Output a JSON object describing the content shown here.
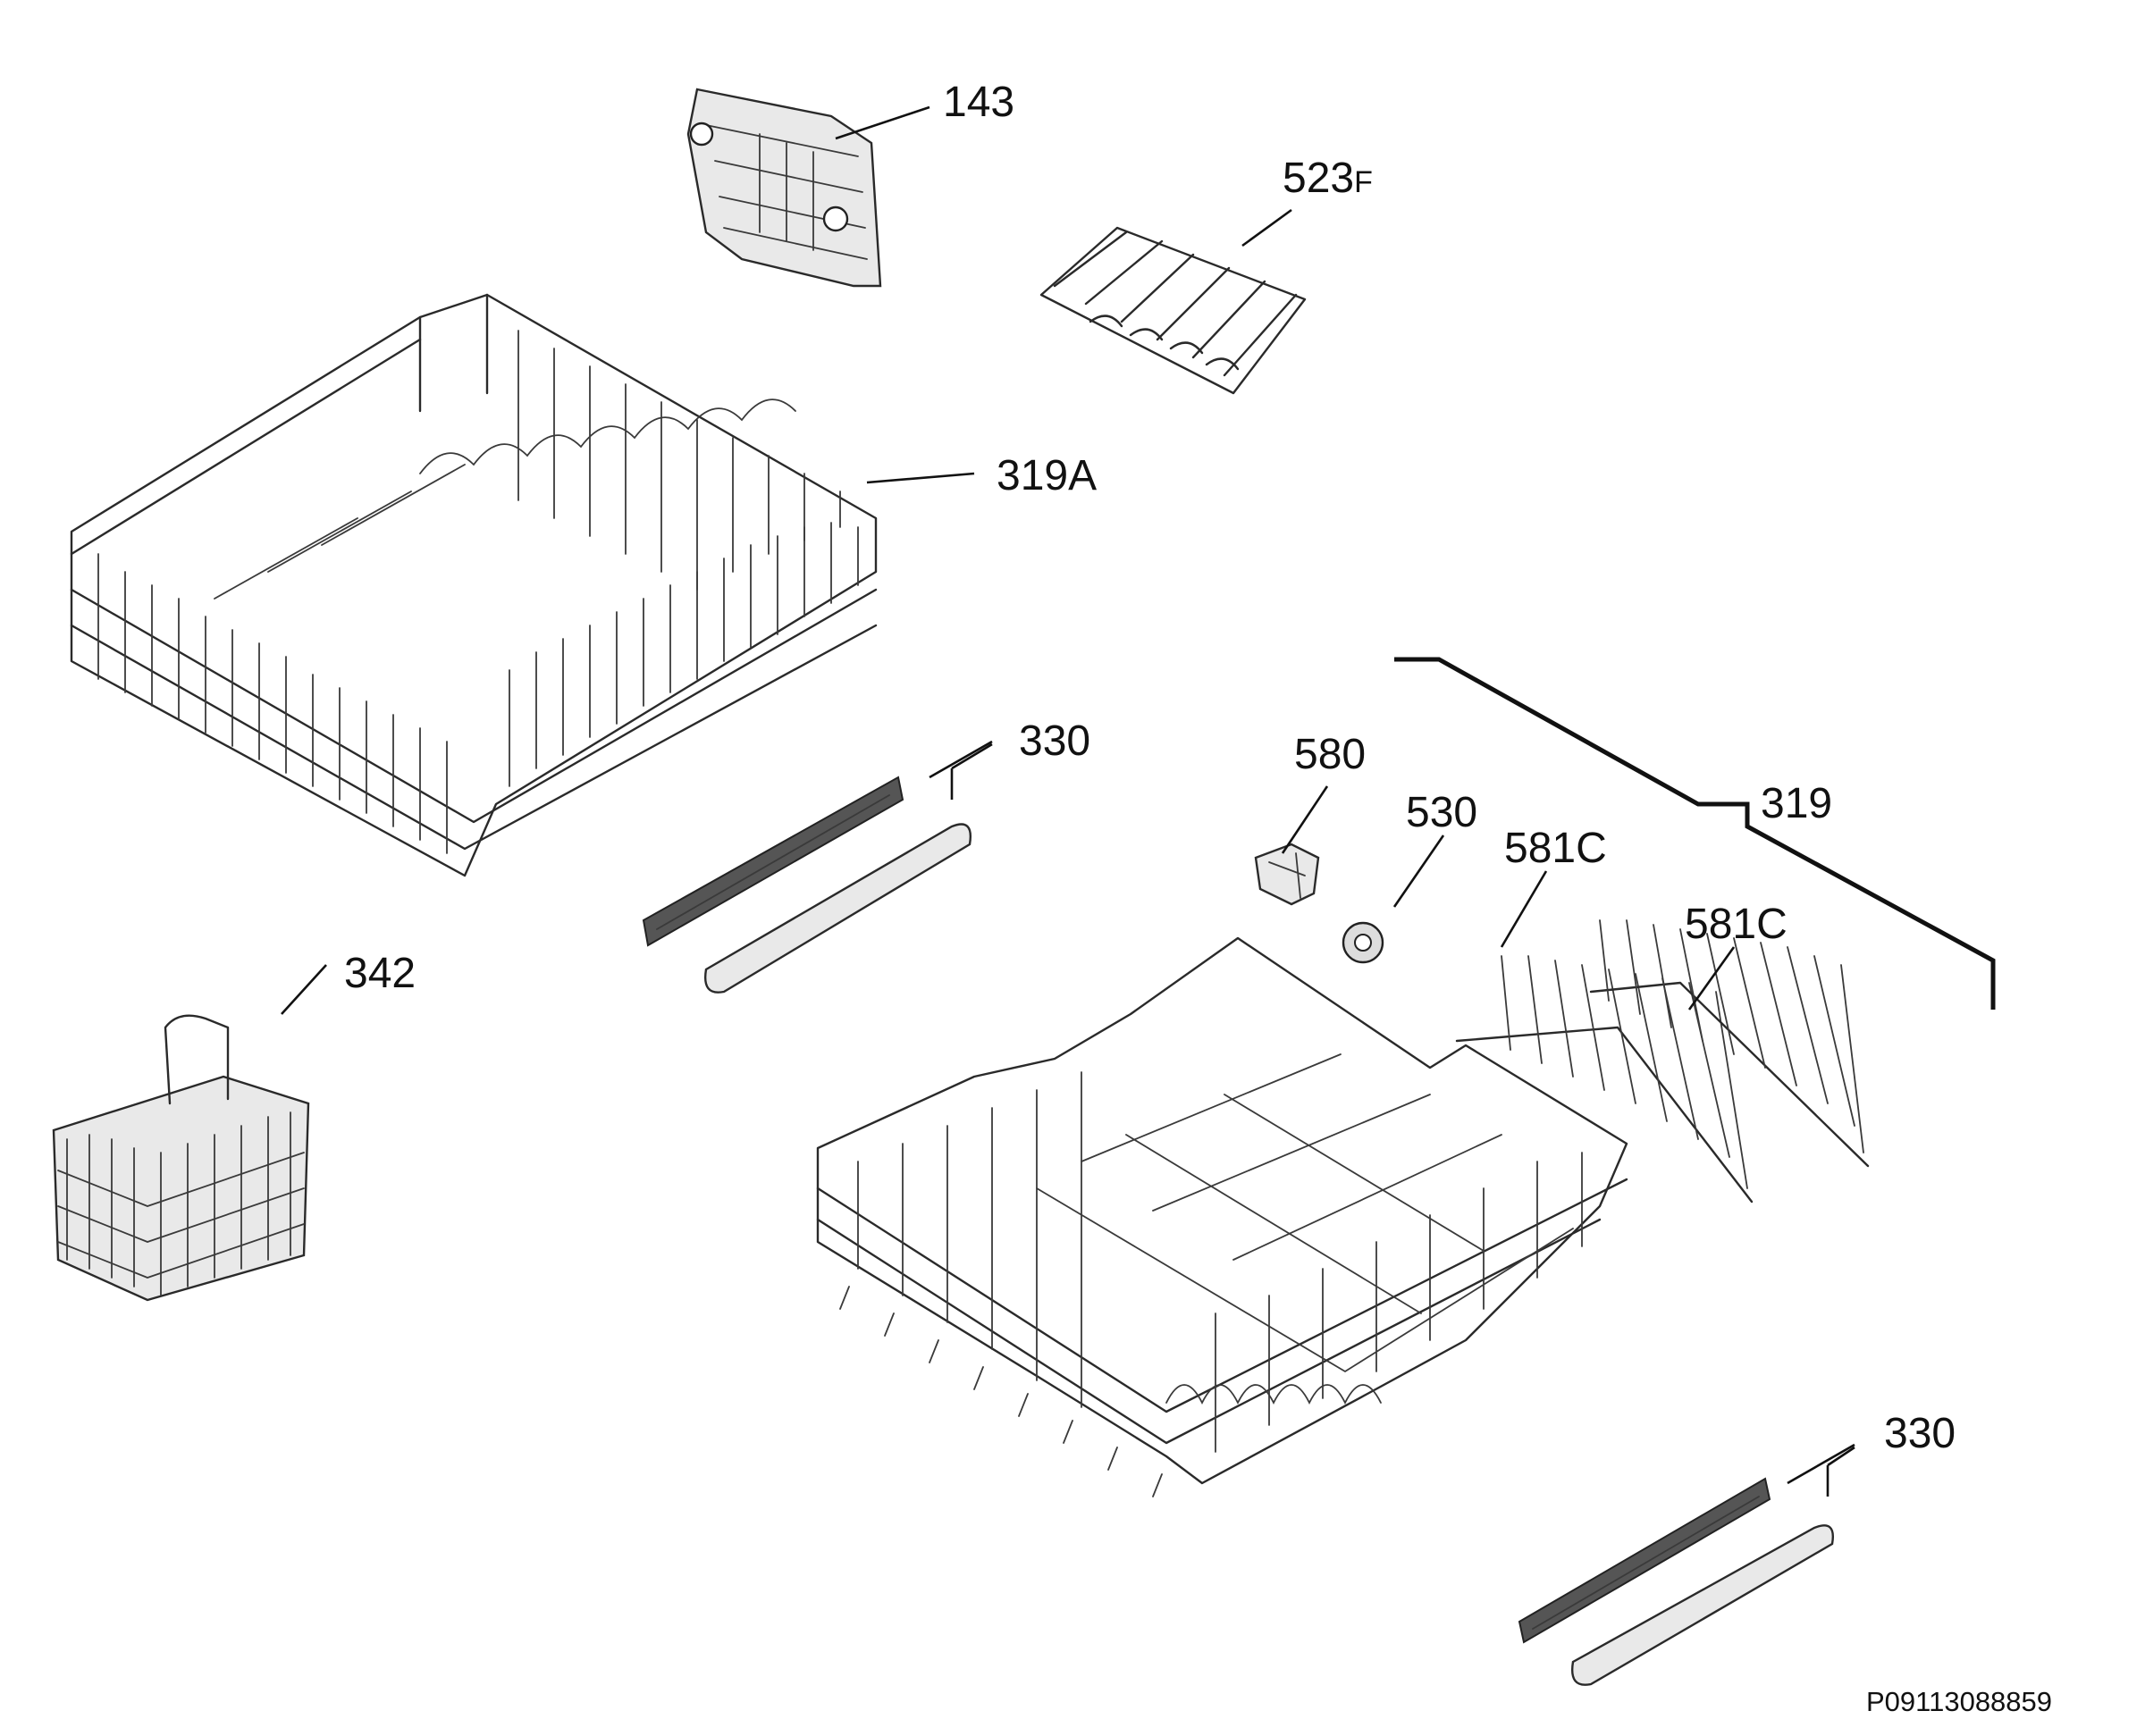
{
  "diagram": {
    "callouts": {
      "p143": "143",
      "p523": "523",
      "p523_suffix": "F",
      "p319a": "319A",
      "p330_top": "330",
      "p580": "580",
      "p530": "530",
      "p319": "319",
      "p581c_left": "581C",
      "p581c_right": "581C",
      "p342": "342",
      "p330_bottom": "330"
    },
    "document_id": "P09113088859"
  }
}
